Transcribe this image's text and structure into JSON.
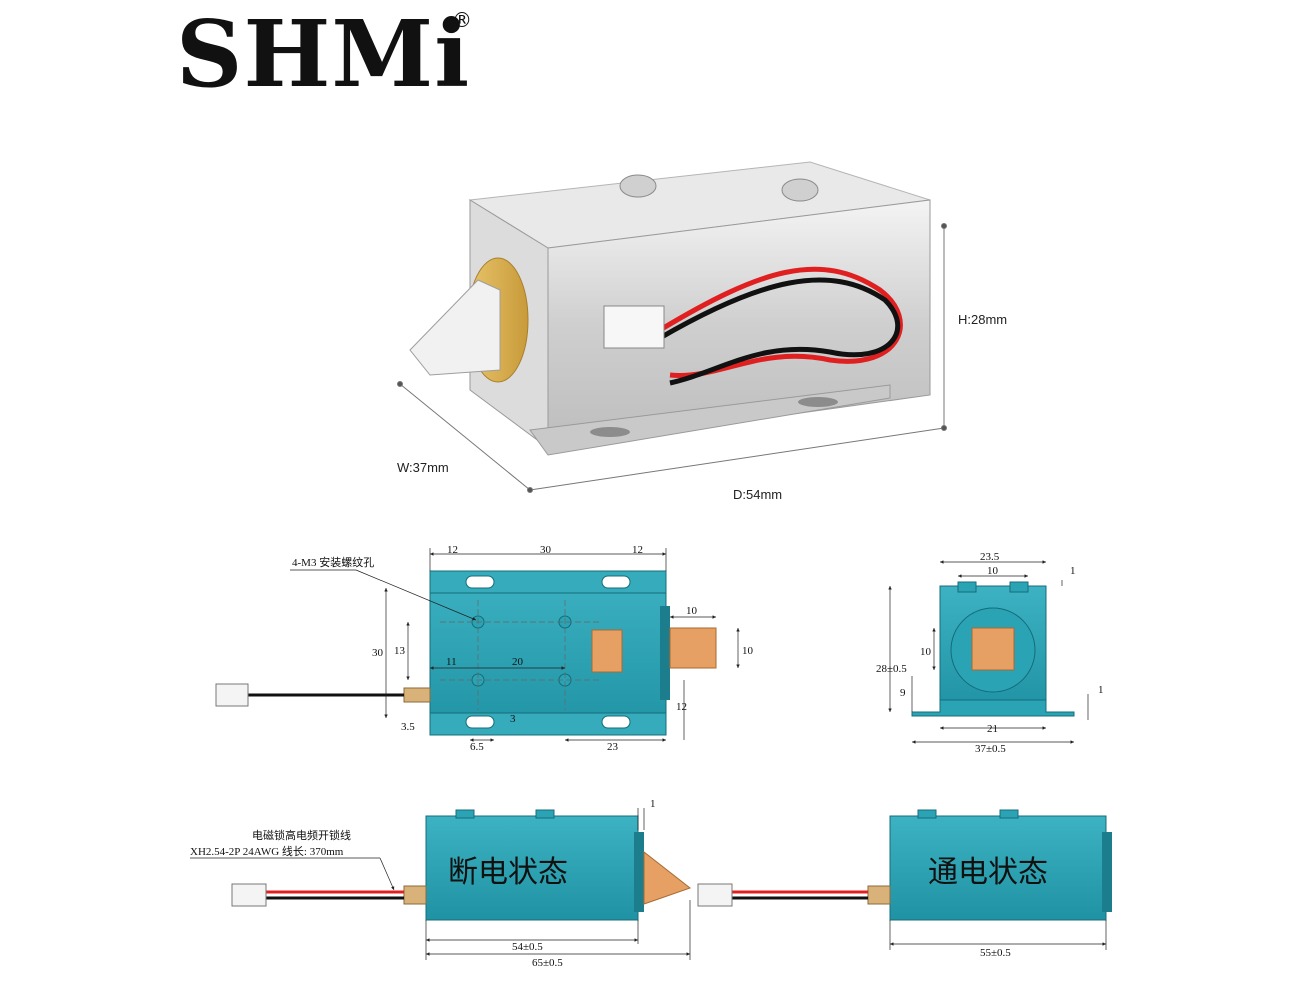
{
  "brand": {
    "name": "SHMi",
    "registered": "®"
  },
  "product_dims": {
    "h": "H:28mm",
    "w": "W:37mm",
    "d": "D:54mm"
  },
  "front_view": {
    "top": [
      "12",
      "30",
      "12"
    ],
    "left_height": "30",
    "left_inner": "13",
    "mount_label": "4-M3 安装螺纹孔",
    "inner_h": [
      "11",
      "20"
    ],
    "bolt_w": "10",
    "bolt_h": "10",
    "bolt_bottom": "12",
    "bottom_left": "3.5",
    "bottom_slot": "3",
    "bottom_w": "6.5",
    "bottom_right": "23"
  },
  "side_view": {
    "top_w": "23.5",
    "inner_w": "10",
    "right_small": "1",
    "height": "28±0.5",
    "bolt_h": "10",
    "flange_h": "9",
    "flange_t": "1",
    "inner_bottom": "21",
    "total_w": "37±0.5"
  },
  "states": {
    "cable_line1": "电磁锁高电频开锁线",
    "cable_line2": "XH2.54-2P 24AWG 线长: 370mm",
    "off_state": "断电状态",
    "on_state": "通电状态",
    "gap": "1",
    "left_body": "54±0.5",
    "left_total": "65±0.5",
    "right_body": "55±0.5"
  },
  "colors": {
    "body": "#2aa3b5",
    "body_dark": "#1c7e8d",
    "bolt": "#e6a064",
    "cable_red": "#e02020"
  }
}
